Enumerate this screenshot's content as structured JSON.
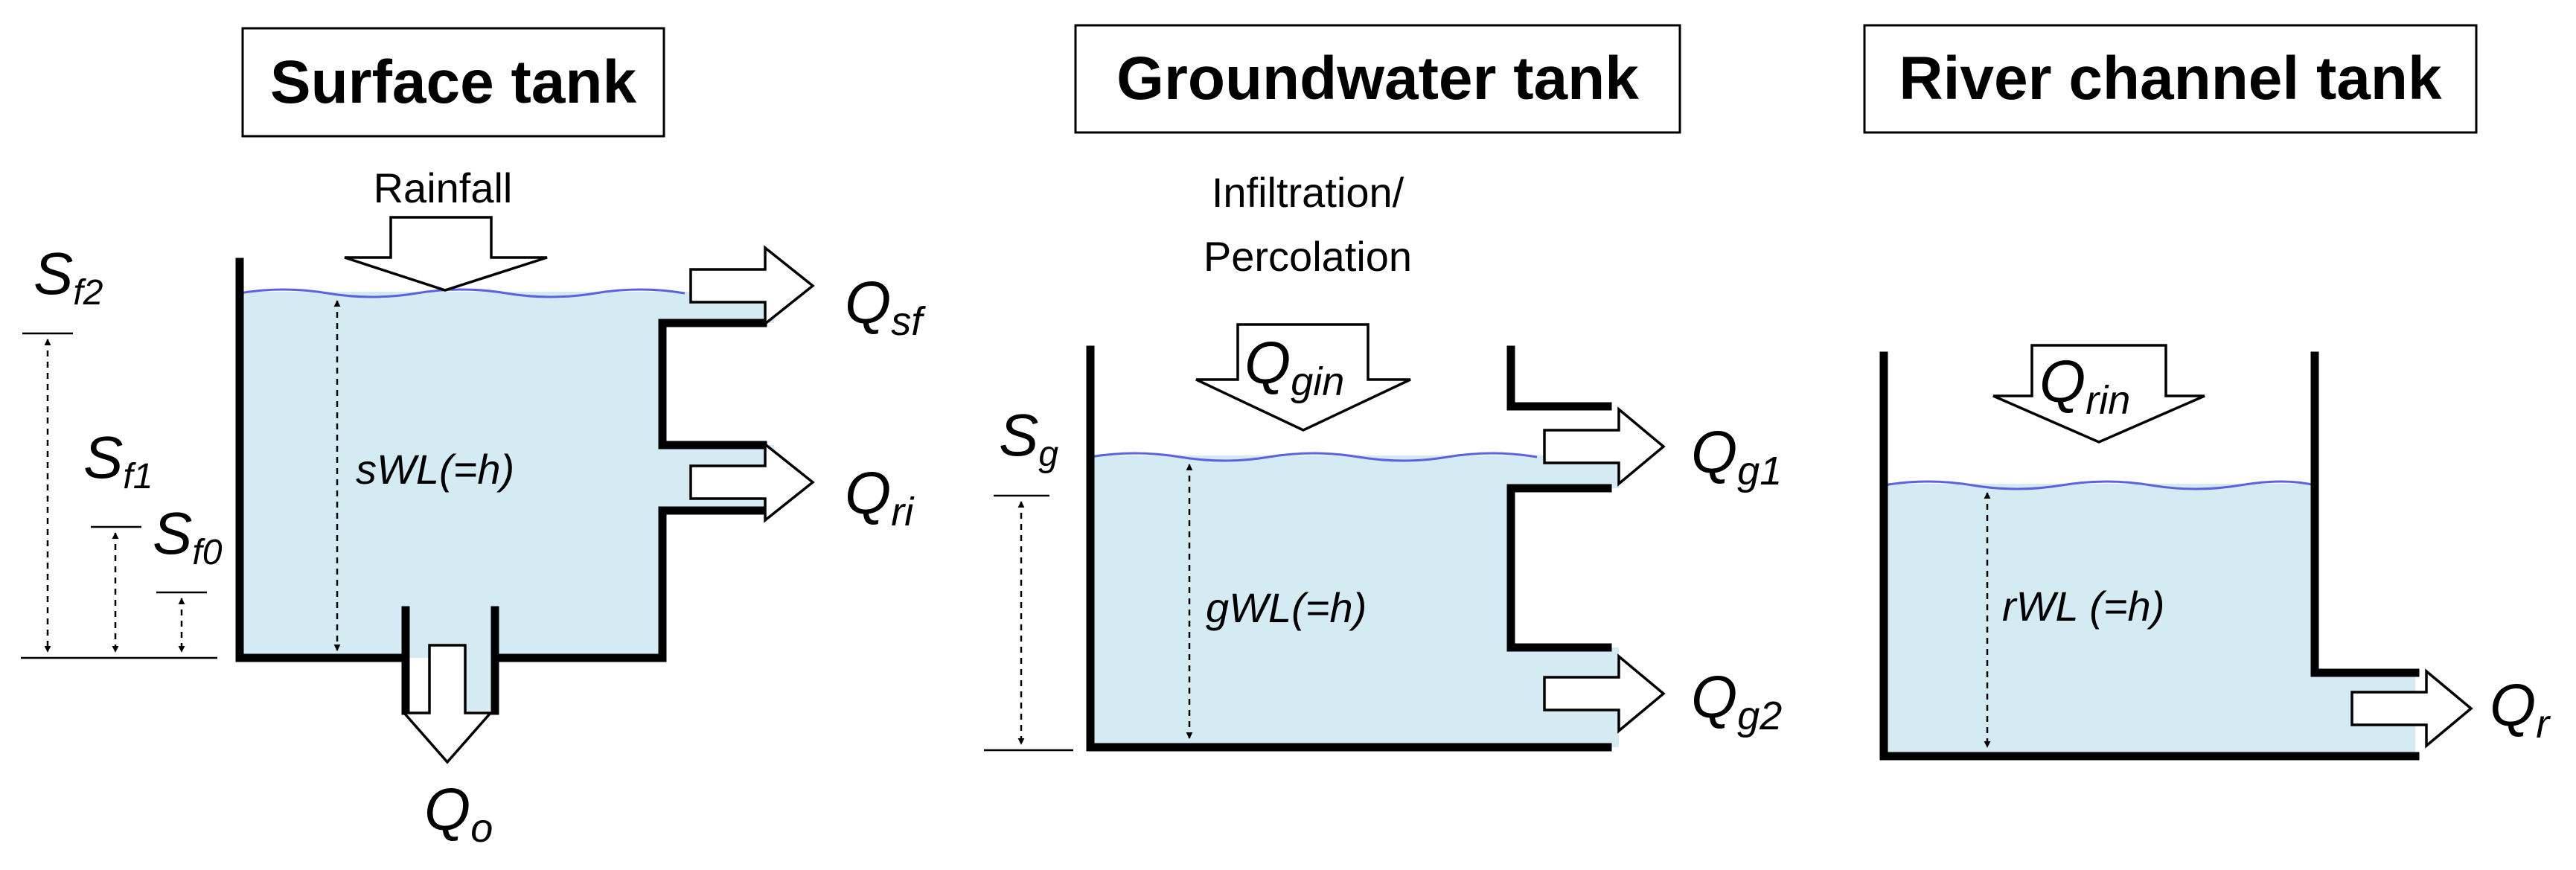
{
  "surface_tank": {
    "title": "Surface tank",
    "rainfall": "Rainfall",
    "level_label": "sWL(=h)",
    "Q_sf": {
      "base": "Q",
      "sub": "sf"
    },
    "Q_ri": {
      "base": "Q",
      "sub": "ri"
    },
    "Q_o": {
      "base": "Q",
      "sub": "o"
    },
    "S_f2": {
      "base": "S",
      "sub": "f2"
    },
    "S_f1": {
      "base": "S",
      "sub": "f1"
    },
    "S_f0": {
      "base": "S",
      "sub": "f0"
    }
  },
  "groundwater_tank": {
    "title": "Groundwater tank",
    "inflow_line1": "Infiltration/",
    "inflow_line2": "Percolation",
    "level_label": "gWL(=h)",
    "Q_gin": {
      "base": "Q",
      "sub": "gin"
    },
    "Q_g1": {
      "base": "Q",
      "sub": "g1"
    },
    "Q_g2": {
      "base": "Q",
      "sub": "g2"
    },
    "S_g": {
      "base": "S",
      "sub": "g"
    }
  },
  "river_tank": {
    "title": "River channel tank",
    "level_label": "rWL (=h)",
    "Q_rin": {
      "base": "Q",
      "sub": "rin"
    },
    "Q_r": {
      "base": "Q",
      "sub": "r"
    }
  },
  "colors": {
    "water": "#d5ebf4",
    "water_surface": "#5a62e0",
    "walls": "#000000"
  }
}
